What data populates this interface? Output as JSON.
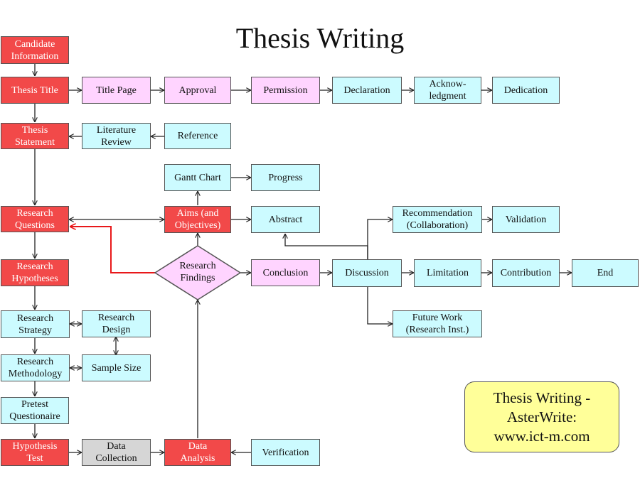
{
  "title": "Thesis Writing",
  "nodes": {
    "candidate_information": "Candidate\nInformation",
    "thesis_title": "Thesis Title",
    "title_page": "Title Page",
    "approval": "Approval",
    "permission": "Permission",
    "declaration": "Declaration",
    "acknowledgment": "Acknow-\nledgment",
    "dedication": "Dedication",
    "thesis_statement": "Thesis\nStatement",
    "literature_review": "Literature\nReview",
    "reference": "Reference",
    "gantt_chart": "Gantt Chart",
    "progress": "Progress",
    "research_questions": "Research\nQuestions",
    "aims": "Aims (and\nObjectives)",
    "abstract": "Abstract",
    "recommendation": "Recommendation\n(Collaboration)",
    "validation": "Validation",
    "research_hypotheses": "Research\nHypotheses",
    "research_findings": "Research\nFindings",
    "conclusion": "Conclusion",
    "discussion": "Discussion",
    "limitation": "Limitation",
    "contribution": "Contribution",
    "end": "End",
    "future_work": "Future Work\n(Research Inst.)",
    "research_strategy": "Research\nStrategy",
    "research_design": "Research\nDesign",
    "research_methodology": "Research\nMethodology",
    "sample_size": "Sample Size",
    "pretest_questionaire": "Pretest\nQuestionaire",
    "hypothesis_test": "Hypothesis\nTest",
    "data_collection": "Data\nCollection",
    "data_analysis": "Data\nAnalysis",
    "verification": "Verification"
  },
  "callout": {
    "line1": "Thesis Writing -",
    "line2": "AsterWrite:",
    "line3": "www.ict-m.com"
  },
  "colors": {
    "red": "#f24949",
    "cyan": "#ccfbff",
    "pink": "#ffd4ff",
    "gray": "#d6d6d6",
    "callout": "#ffff99",
    "red_connector": "#e8181a"
  }
}
